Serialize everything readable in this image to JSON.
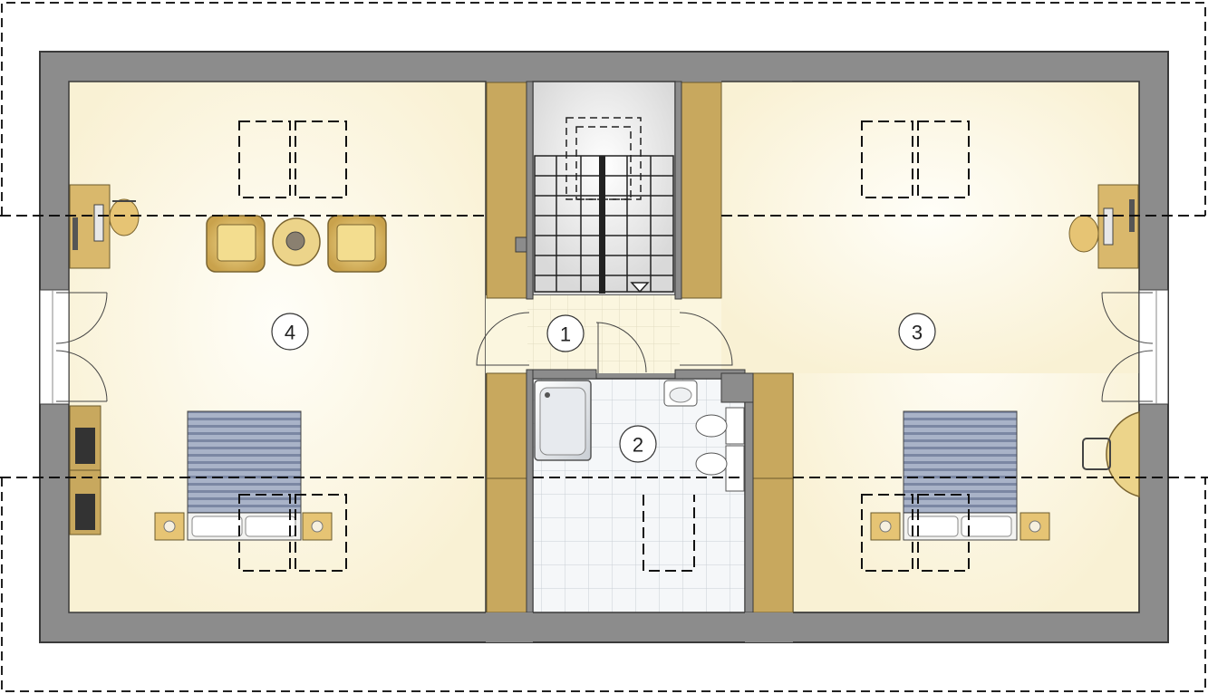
{
  "floor_plan": {
    "rooms": [
      {
        "number": "1"
      },
      {
        "number": "2"
      },
      {
        "number": "3"
      },
      {
        "number": "4"
      }
    ],
    "colors": {
      "wall": "#8c8c8c",
      "wall_outline": "#3a3a3a",
      "room_floor": "#fbf6df",
      "floor_glow": "#fffef6",
      "bathroom_tile": "#f4f6f8",
      "stair_floor": "#ececec",
      "cabinet_wood": "#c8a85e",
      "bed_cover": "#9ca7bd",
      "furniture_tan": "#e6c474"
    }
  }
}
